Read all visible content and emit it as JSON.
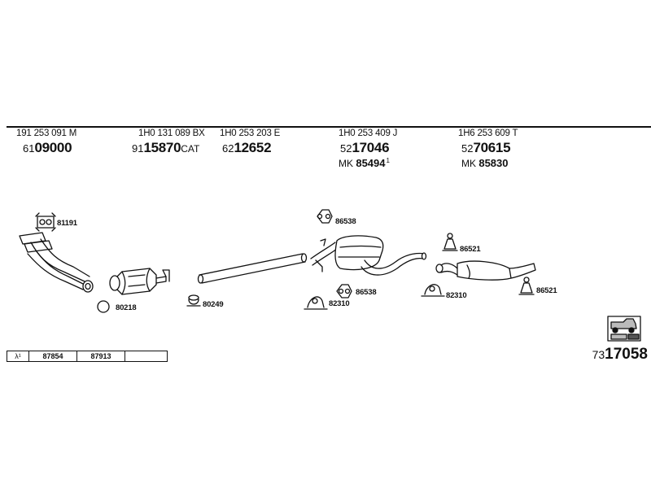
{
  "columns": [
    {
      "oe": "191 253 091 M",
      "prefix": "61",
      "number": "09000",
      "suffix": "",
      "mk": null
    },
    {
      "oe": "1H0 131 089 BX",
      "prefix": "91",
      "number": "15870",
      "suffix": "CAT",
      "mk": null
    },
    {
      "oe": "1H0 253 203 E",
      "prefix": "62",
      "number": "12652",
      "suffix": "",
      "mk": null
    },
    {
      "oe": "1H0 253 409 J",
      "prefix": "52",
      "number": "17046",
      "suffix": "",
      "mk": {
        "label": "MK",
        "value": "85494",
        "sup": "1"
      }
    },
    {
      "oe": "1H6 253 609 T",
      "prefix": "52",
      "number": "70615",
      "suffix": "",
      "mk": {
        "label": "MK",
        "value": "85830",
        "sup": ""
      }
    }
  ],
  "fittings": {
    "gasket_manifold": "81191",
    "ring_gasket": "80218",
    "clamp_cat": "80249",
    "rubber_mount_top": "86538",
    "clamp_mid": "82310",
    "rubber_mount_mid": "86538",
    "clamp_rear": "82310",
    "hanger_top": "86521",
    "hanger_rear": "86521"
  },
  "lambda_row": {
    "symbol": "λ¹",
    "items": [
      "87854",
      "87913"
    ]
  },
  "catalog": {
    "prefix": "73",
    "number": "17058"
  },
  "icon_names": [
    "gasket-icon",
    "ring-icon",
    "clamp-icon",
    "rubber-mount-icon",
    "hanger-icon",
    "car-info-icon"
  ]
}
